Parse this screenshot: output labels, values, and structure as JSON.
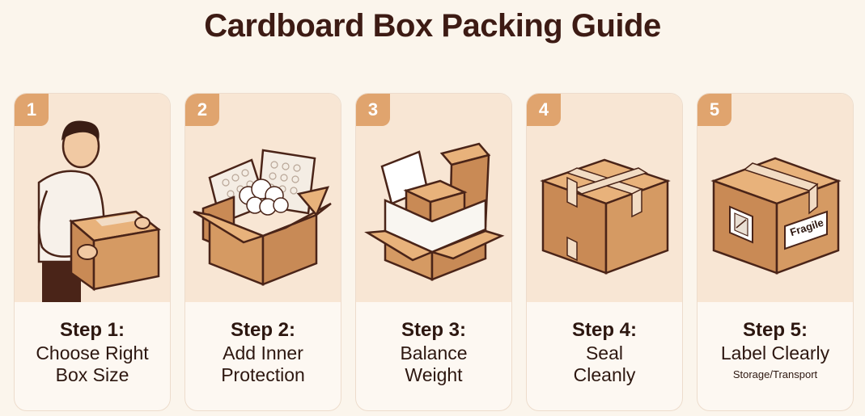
{
  "title": "Cardboard Box Packing Guide",
  "steps": [
    {
      "number": "1",
      "label": "Step 1:",
      "text_line1": "Choose Right",
      "text_line2": "Box Size",
      "sub": ""
    },
    {
      "number": "2",
      "label": "Step 2:",
      "text_line1": "Add Inner",
      "text_line2": "Protection",
      "sub": ""
    },
    {
      "number": "3",
      "label": "Step 3:",
      "text_line1": "Balance",
      "text_line2": "Weight",
      "sub": ""
    },
    {
      "number": "4",
      "label": "Step 4:",
      "text_line1": "Seal",
      "text_line2": "Cleanly",
      "sub": ""
    },
    {
      "number": "5",
      "label": "Step 5:",
      "text_line1": "Label Clearly",
      "text_line2": "",
      "sub": "Storage/Transport"
    }
  ],
  "box_label": "Fragile",
  "colors": {
    "background": "#fbf5ec",
    "card_art": "#f8e6d4",
    "badge": "#e0a46e",
    "cardboard": "#d59a63",
    "cardboard_dark": "#b8784a",
    "tape": "#f2dcc4",
    "title": "#3d1b14"
  },
  "icons": [
    "person-carrying-box-icon",
    "open-box-with-padding-icon",
    "open-box-with-items-icon",
    "taped-box-icon",
    "labeled-fragile-box-icon"
  ]
}
